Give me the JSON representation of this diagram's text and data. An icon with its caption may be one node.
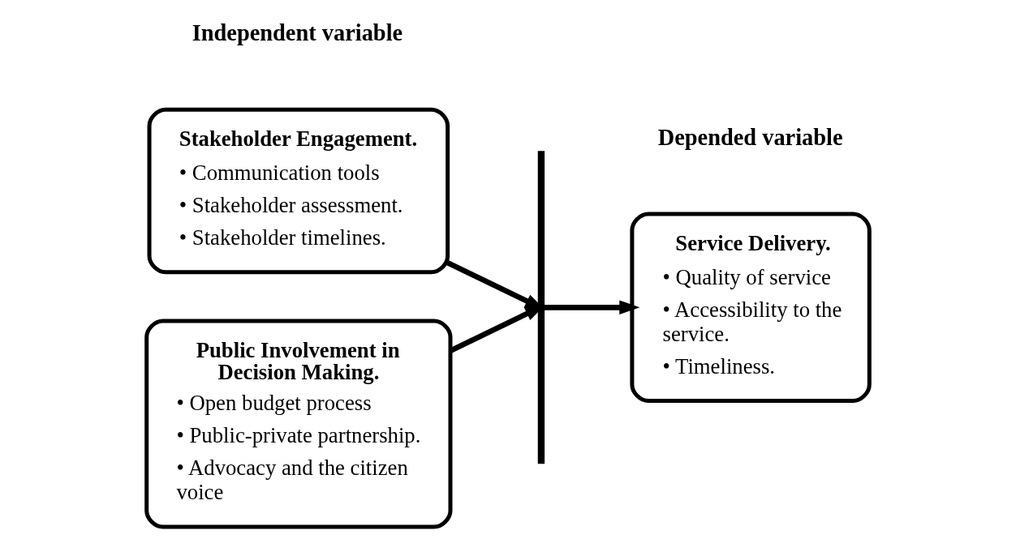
{
  "diagram": {
    "nodes": [
      {
        "text": [
          "Stakeholder Engagement.",
          "• Communication tools",
          "• Stakeholder assessment.",
          "• Stakeholder timelines."
        ]
      },
      {
        "text": [
          "Public Involvement in Decision Making.",
          "• Open budget process",
          "• Public-private partnership.",
          "• Advocacy and the citizen voice"
        ]
      },
      {
        "text": [],
        "shape": "bar"
      },
      {
        "text": [
          "Service Delivery.",
          "• Quality of service",
          "• Accessibility to the service.",
          "• Timeliness."
        ]
      }
    ],
    "edges": [
      {
        "from": 0,
        "to": 2,
        "arrow": "to"
      },
      {
        "from": 1,
        "to": 2,
        "arrow": "to"
      },
      {
        "from": 2,
        "to": 3,
        "arrow": "to"
      }
    ],
    "labels": [
      "Independent variable",
      "Depended variable"
    ]
  }
}
